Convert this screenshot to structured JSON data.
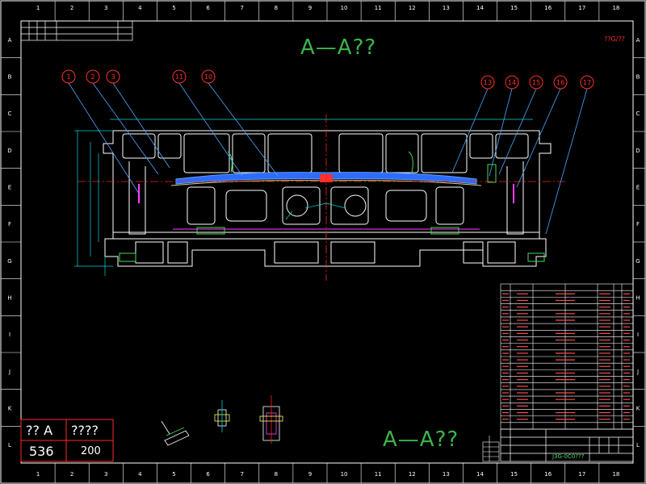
{
  "view_title_top": "A—A??",
  "view_title_bottom": "A—A??",
  "revision_note": "??G/??",
  "title_block": {
    "left_header": "?? A",
    "right_header": "????",
    "left_value": "536",
    "right_value": "200"
  },
  "drawing_number": "J3G-0C0???",
  "border_columns": [
    "1",
    "2",
    "3",
    "4",
    "5",
    "6",
    "7",
    "8",
    "9",
    "10",
    "11",
    "12",
    "13",
    "14",
    "15",
    "16",
    "17",
    "18"
  ],
  "border_rows": [
    "A",
    "B",
    "C",
    "D",
    "E",
    "F",
    "G",
    "H",
    "I",
    "J",
    "K",
    "L"
  ],
  "balloons_left": [
    "1",
    "2",
    "3",
    "11",
    "10"
  ],
  "balloons_right": [
    "13",
    "14",
    "15",
    "16",
    "17"
  ],
  "colors": {
    "background": "#000000",
    "frame": "#ffffff",
    "section": "#ffffff",
    "blank": "#3a7bff",
    "centerline": "#ff2020",
    "dimension": "#00d7d7",
    "leader": "#4aa6ff",
    "balloon": "#ff3030",
    "title_text": "#3bb54a",
    "table_text": "#ff4a4a"
  }
}
